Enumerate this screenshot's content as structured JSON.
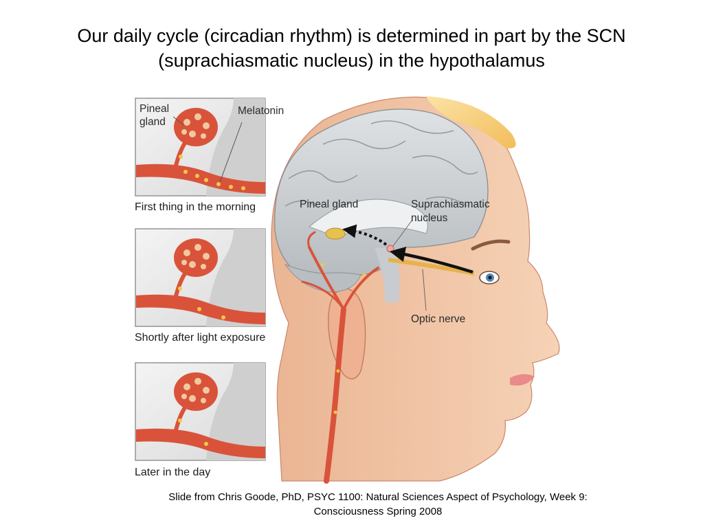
{
  "slide": {
    "title_line1": "Our daily cycle (circadian rhythm) is determined in part by the SCN",
    "title_line2": "(suprachiasmatic nucleus) in the hypothalamus",
    "footer_line1": "Slide from Chris Goode, PhD, PSYC 1100: Natural Sciences Aspect of Psychology, Week 9:",
    "footer_line2": "Consciousness Spring 2008"
  },
  "inset_labels": {
    "pineal_line1": "Pineal",
    "pineal_line2": "gland",
    "melatonin": "Melatonin"
  },
  "captions": {
    "morning": "First thing in the morning",
    "light": "Shortly after light exposure",
    "later": "Later in the day"
  },
  "head_labels": {
    "pineal_gland": "Pineal gland",
    "scn_line1": "Suprachiasmatic",
    "scn_line2": "nucleus",
    "optic_nerve": "Optic nerve"
  },
  "colors": {
    "background": "#ffffff",
    "skin": "#f2c6a4",
    "skin_shade": "#e3a583",
    "brain": "#cfd3d6",
    "brain_dark": "#a9aeb2",
    "vessel": "#d9533a",
    "melatonin": "#f3c94a",
    "hair": "#f6cf7a"
  }
}
